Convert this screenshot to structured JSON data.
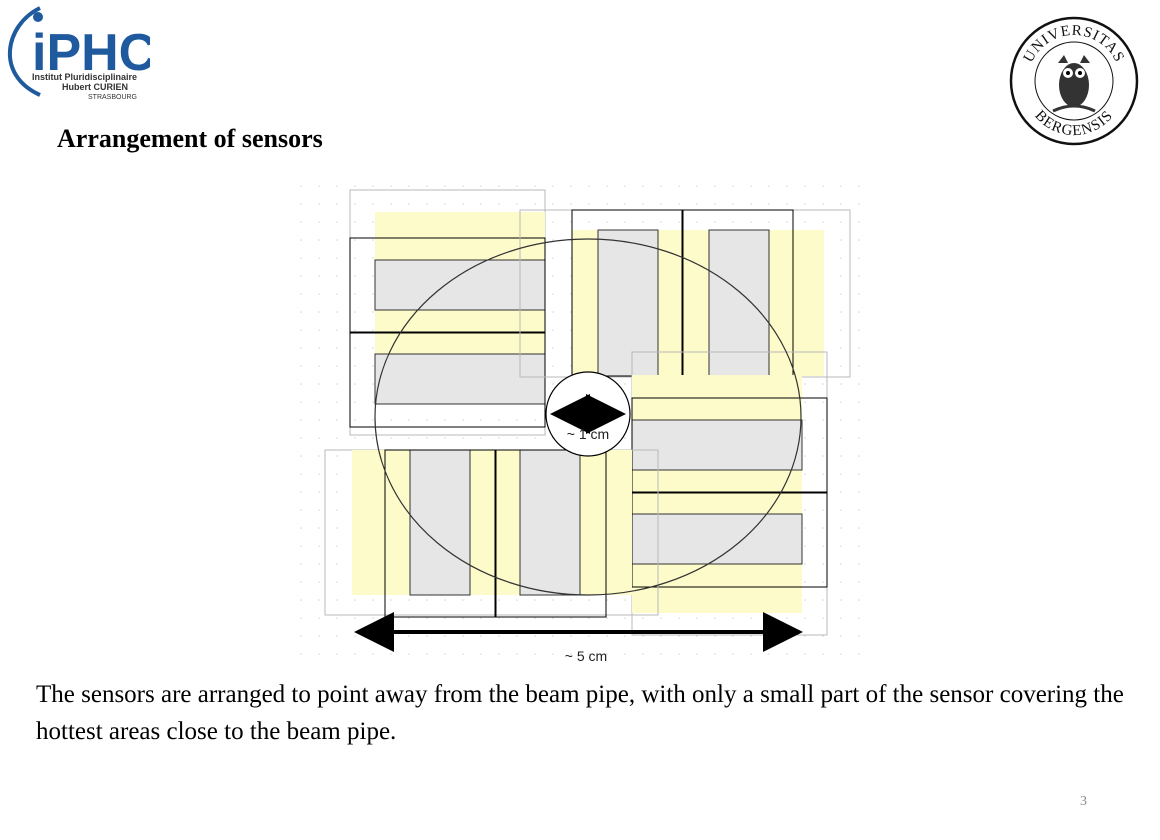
{
  "logo_left": {
    "wordmark": "iPHC",
    "line1": "Institut Pluridisciplinaire",
    "line2": "Hubert CURIEN",
    "line3": "STRASBOURG"
  },
  "logo_right": {
    "seal_text_top": "UNIVERSITAS",
    "seal_text_bottom": "BERGENSIS"
  },
  "slide": {
    "title": "Arrangement of sensors",
    "body": "The sensors are arranged to point away from the beam pipe, with only a small part of the sensor covering the hottest areas close to the beam pipe.",
    "page_number": "3"
  },
  "diagram": {
    "inner_label": "~ 1 cm",
    "outer_label": "~ 5 cm"
  },
  "colors": {
    "sensor_yellow": "#fdfbc9",
    "sensor_grey": "#e6e6e6",
    "iphc_blue": "#1f5a9e"
  }
}
